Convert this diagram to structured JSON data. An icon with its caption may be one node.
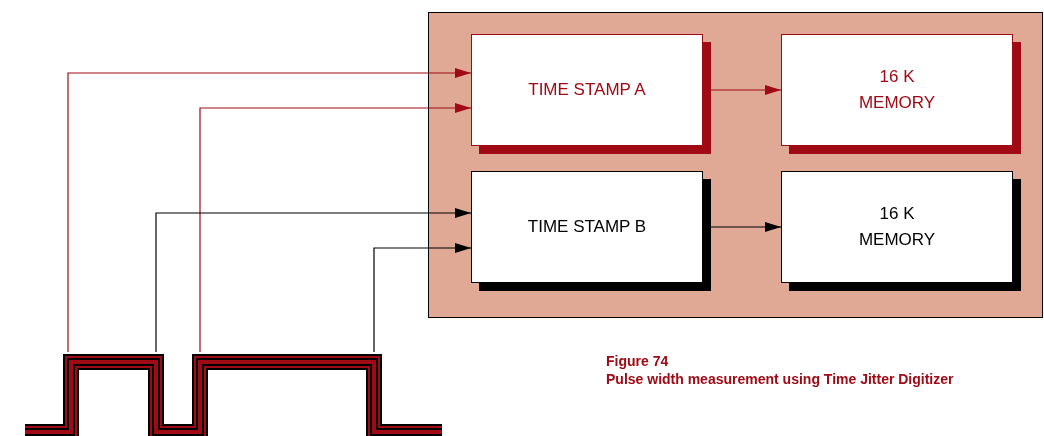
{
  "diagram": {
    "title": "Figure 74",
    "caption": "Pulse width measurement using Time Jitter Digitizer",
    "nodes": [
      {
        "text": [],
        "shape": "box"
      },
      {
        "text": [
          "TIME STAMP A"
        ],
        "in": 0
      },
      {
        "text": [
          "16 K MEMORY"
        ],
        "in": 0
      },
      {
        "text": [
          "TIME STAMP B"
        ],
        "in": 0
      },
      {
        "text": [
          "16 K MEMORY"
        ],
        "in": 0
      },
      {
        "text": [],
        "shape": "picture"
      }
    ],
    "edges": [
      {
        "from": 5,
        "to": 1,
        "arrow": "to",
        "color": "#a00a14"
      },
      {
        "from": 5,
        "to": 1,
        "arrow": "to",
        "color": "#a00a14"
      },
      {
        "from": 5,
        "to": 3,
        "arrow": "to",
        "color": "#000000"
      },
      {
        "from": 5,
        "to": 3,
        "arrow": "to",
        "color": "#000000"
      },
      {
        "from": 1,
        "to": 2,
        "arrow": "to",
        "color": "#a00a14"
      },
      {
        "from": 3,
        "to": 4,
        "arrow": "to",
        "color": "#000000"
      }
    ]
  }
}
